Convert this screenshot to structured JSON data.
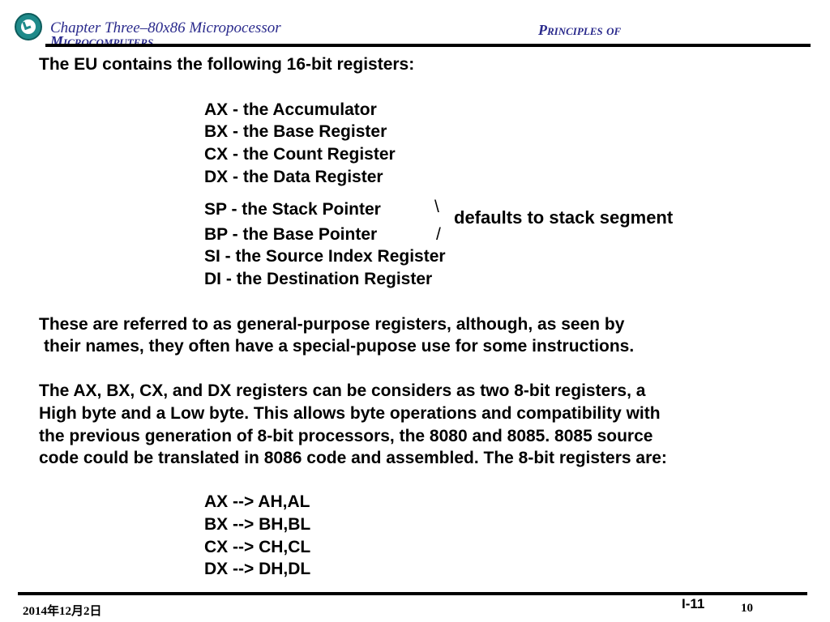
{
  "header": {
    "left_title": "Chapter Three–80x86 Micropocessor",
    "right_title_line1": "Principles of",
    "right_title_line2": "Microcomputers",
    "logo": "university-seal-icon"
  },
  "content": {
    "intro": "The EU contains the following 16-bit registers:",
    "registers": [
      "AX - the Accumulator",
      "BX - the Base Register",
      "CX - the Count Register",
      "DX - the Data Register",
      "SP - the Stack Pointer",
      "BP - the Base Pointer",
      "SI - the Source Index Register",
      "DI - the Destination Register"
    ],
    "brace_top": "\\",
    "brace_bottom": "/",
    "stack_note": "defaults to stack segment",
    "general_purpose_line1": "These are referred to as general-purpose registers, although, as seen by",
    "general_purpose_line2": "their names, they often have a special-pupose use for some instructions.",
    "eight_bit_para": [
      "The AX, BX, CX, and DX registers can be considers as two 8-bit registers, a",
      "High byte and a Low byte.  This allows byte operations and compatibility with",
      "the previous generation of 8-bit processors, the 8080 and 8085.  8085 source",
      "code could be translated in 8086 code and assembled.  The 8-bit registers are:"
    ],
    "byte_registers": [
      "AX --> AH,AL",
      "BX --> BH,BL",
      "CX --> CH,CL",
      "DX --> DH,DL"
    ]
  },
  "footer": {
    "date": "2014年12月2日",
    "slide_id": "I-11",
    "page_number": "10"
  },
  "colors": {
    "header_text": "#2a2a8c",
    "logo": "#1f8a8a"
  }
}
